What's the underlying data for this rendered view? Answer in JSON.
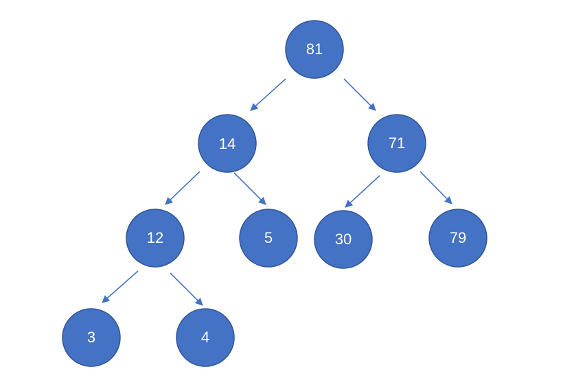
{
  "tree": {
    "nodes": [
      {
        "id": "n81",
        "label": "81"
      },
      {
        "id": "n14",
        "label": "14"
      },
      {
        "id": "n71",
        "label": "71"
      },
      {
        "id": "n12",
        "label": "12"
      },
      {
        "id": "n5",
        "label": "5"
      },
      {
        "id": "n30",
        "label": "30"
      },
      {
        "id": "n79",
        "label": "79"
      },
      {
        "id": "n3",
        "label": "3"
      },
      {
        "id": "n4",
        "label": "4"
      }
    ],
    "edges": [
      {
        "from": "n81",
        "to": "n14"
      },
      {
        "from": "n81",
        "to": "n71"
      },
      {
        "from": "n14",
        "to": "n12"
      },
      {
        "from": "n14",
        "to": "n5"
      },
      {
        "from": "n71",
        "to": "n30"
      },
      {
        "from": "n71",
        "to": "n79"
      },
      {
        "from": "n12",
        "to": "n3"
      },
      {
        "from": "n12",
        "to": "n4"
      }
    ],
    "colors": {
      "node_fill": "#4472c4",
      "node_stroke": "#2f5597",
      "edge": "#4472c4",
      "label": "#ffffff"
    }
  }
}
